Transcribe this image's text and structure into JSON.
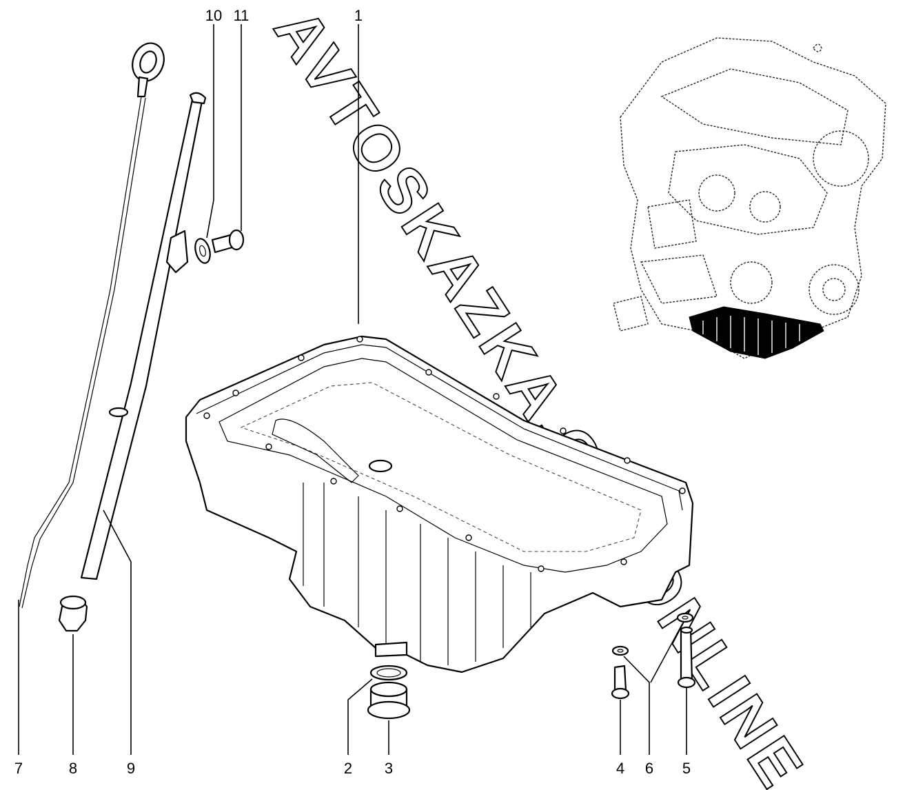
{
  "watermark": "AVTOSKAZKA.CAT.ONLINE",
  "callouts": [
    {
      "id": "1",
      "label": "1"
    },
    {
      "id": "2",
      "label": "2"
    },
    {
      "id": "3",
      "label": "3"
    },
    {
      "id": "4",
      "label": "4"
    },
    {
      "id": "5",
      "label": "5"
    },
    {
      "id": "6",
      "label": "6"
    },
    {
      "id": "7",
      "label": "7"
    },
    {
      "id": "8",
      "label": "8"
    },
    {
      "id": "9",
      "label": "9"
    },
    {
      "id": "10",
      "label": "10"
    },
    {
      "id": "11",
      "label": "11"
    }
  ]
}
